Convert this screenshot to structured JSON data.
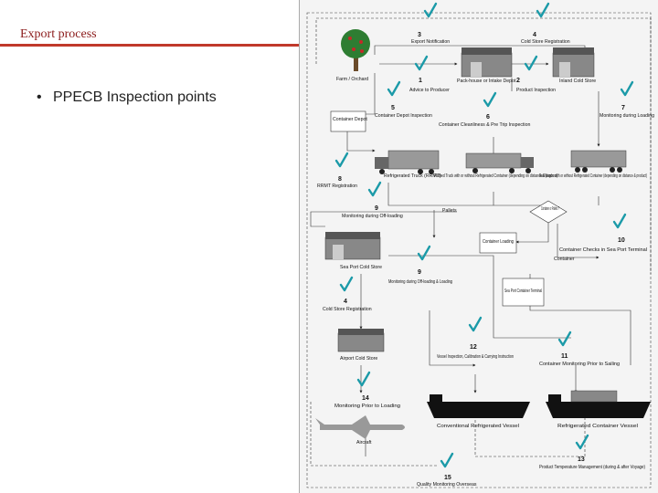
{
  "slide": {
    "title": "Export process",
    "bullet": "PPECB Inspection points"
  },
  "colors": {
    "accent": "#c0392b",
    "check": "#1b9aa8"
  },
  "diagram": {
    "nodes": [
      {
        "id": "n3",
        "num": "3",
        "label": "Export Notification"
      },
      {
        "id": "n4",
        "num": "4",
        "label": "Cold Store Registration"
      },
      {
        "id": "farm",
        "num": "",
        "label": "Farm / Orchard"
      },
      {
        "id": "n1",
        "num": "1",
        "label": "Advice to Producer"
      },
      {
        "id": "pack",
        "num": "",
        "label": "Pack-house or Intake Depot"
      },
      {
        "id": "n2",
        "num": "2",
        "label": "Product Inspection"
      },
      {
        "id": "inland",
        "num": "",
        "label": "Inland Cold Store"
      },
      {
        "id": "cdepot",
        "num": "",
        "label": "Container Depot"
      },
      {
        "id": "n5",
        "num": "5",
        "label": "Container Depot Inspection"
      },
      {
        "id": "n7",
        "num": "7",
        "label": "Monitoring during Loading"
      },
      {
        "id": "n6",
        "num": "6",
        "label": "Container Cleanliness & Pre Trip Inspection"
      },
      {
        "id": "reftruck",
        "num": "",
        "label": "Refrigerated Truck (RRMT)"
      },
      {
        "id": "n8",
        "num": "8",
        "label": "RRMT Registration"
      },
      {
        "id": "flatbed",
        "num": "",
        "label": "Flatbed Truck with or without Refrigerated Container (depending on distance & product)"
      },
      {
        "id": "rail",
        "num": "",
        "label": "Rail Wagon with or without Refrigerated Container (depending on distance & product)"
      },
      {
        "id": "n9a",
        "num": "9",
        "label": "Monitoring during Off-loading"
      },
      {
        "id": "pallets",
        "num": "",
        "label": "Pallets"
      },
      {
        "id": "decision",
        "num": "",
        "label": "Container or Pallets ?"
      },
      {
        "id": "cload",
        "num": "",
        "label": "Container Loading"
      },
      {
        "id": "n10",
        "num": "10",
        "label": "Container Checks in Sea Port Terminal"
      },
      {
        "id": "container",
        "num": "",
        "label": "Container"
      },
      {
        "id": "seaport",
        "num": "",
        "label": "Sea Port Cold Store"
      },
      {
        "id": "n9b",
        "num": "9",
        "label": "Monitoring during Off-loading & Loading"
      },
      {
        "id": "n4b",
        "num": "4",
        "label": "Cold Store Registration"
      },
      {
        "id": "terminal",
        "num": "",
        "label": "Sea Port Container Terminal"
      },
      {
        "id": "airport",
        "num": "",
        "label": "Airport Cold Store"
      },
      {
        "id": "n12",
        "num": "12",
        "label": "Vessel Inspection, Calibration & Carrying Instruction"
      },
      {
        "id": "n11",
        "num": "11",
        "label": "Container Monitoring Prior to Sailing"
      },
      {
        "id": "n14",
        "num": "14",
        "label": "Monitoring Prior to Loading"
      },
      {
        "id": "convvessel",
        "num": "",
        "label": "Conventional Refrigerated Vessel"
      },
      {
        "id": "refvessel",
        "num": "",
        "label": "Refrigerated Container Vessel"
      },
      {
        "id": "aircraft",
        "num": "",
        "label": "Aircraft"
      },
      {
        "id": "n13",
        "num": "13",
        "label": "Product Temperature Management (during & after Voyage)"
      },
      {
        "id": "n15",
        "num": "15",
        "label": "Quality Monitoring Overseas"
      }
    ]
  }
}
